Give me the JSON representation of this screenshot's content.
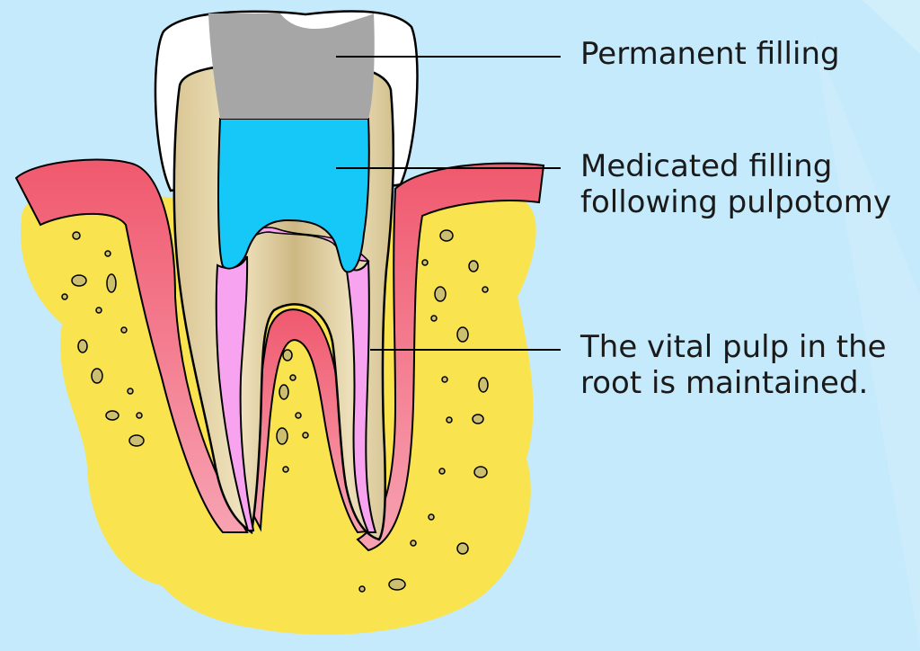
{
  "labels": {
    "permanent_filling": [
      "Permanent filling"
    ],
    "medicated_filling": [
      "Medicated filling",
      "following pulpotomy"
    ],
    "vital_pulp": [
      "The vital pulp in the",
      "root is maintained."
    ]
  },
  "colors": {
    "background": "#c5eafb",
    "bone": "#f9e34e",
    "gum": "#f0596e",
    "enamel": "#ffffff",
    "dentin": "#dccd9c",
    "pulp": "#f8a3ef",
    "permanent_filling": "#a6a6a6",
    "medicated_filling": "#15c8f8",
    "outline": "#000000"
  }
}
